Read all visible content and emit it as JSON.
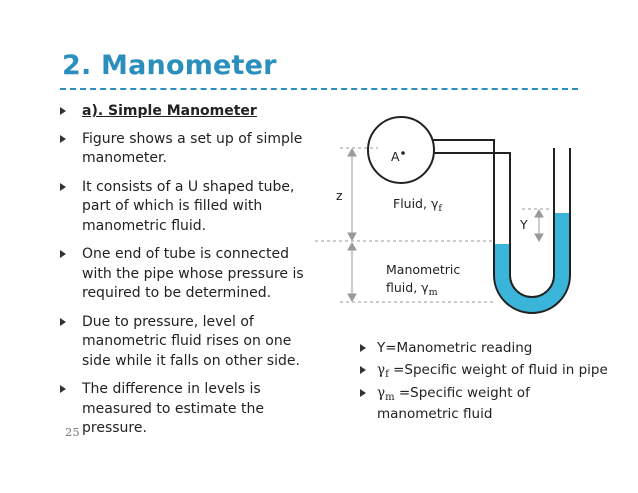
{
  "title": "2. Manometer",
  "left_bullets": [
    "a). Simple Manometer",
    "Figure shows a set up of simple manometer.",
    "It consists of a U shaped tube, part of which is filled with manometric fluid.",
    "One end of tube is connected with the pipe whose pressure is required to be determined.",
    "Due to pressure, level of manometric fluid rises on one side while it falls on other side.",
    "The difference in levels is measured to estimate the pressure."
  ],
  "right_bullets": {
    "y_reading": "Y=Manometric reading",
    "gamma_f_symbol": "γ",
    "gamma_f_sub": "f",
    "gamma_f_text": " =Specific weight of fluid in pipe",
    "gamma_m_symbol": "γ",
    "gamma_m_sub": "m",
    "gamma_m_text_line1": " =Specific weight of",
    "gamma_m_text_line2": "manometric fluid"
  },
  "diagram": {
    "point_label": "A",
    "z_label": "z",
    "y_label": "Y",
    "fluid_label": "Fluid, γ",
    "fluid_sub": "f",
    "manometric_line1": "Manometric",
    "manometric_line2": "fluid, γ",
    "manometric_sub": "m",
    "manometric_fluid_color": "#3ab4d8"
  },
  "page_number": "25"
}
